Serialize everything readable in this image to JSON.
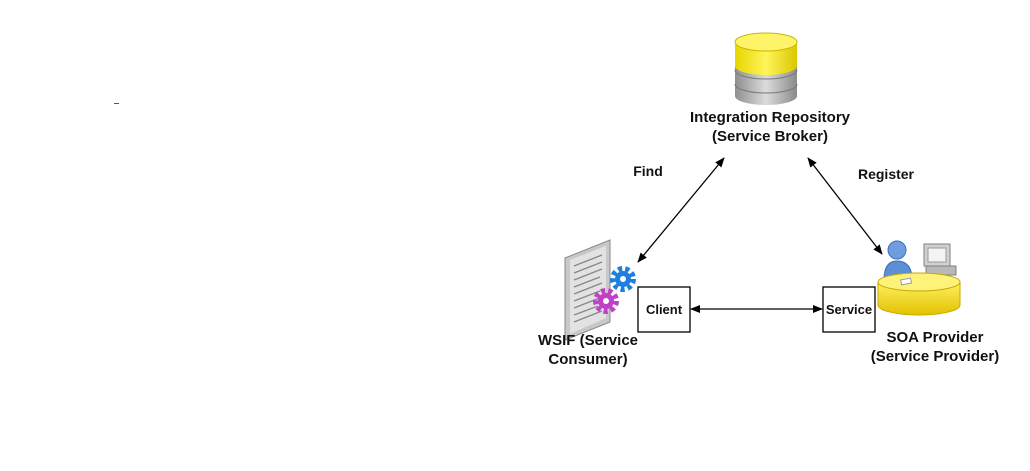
{
  "nodes": {
    "repository": {
      "title": "Integration Repository",
      "subtitle": "(Service Broker)",
      "icon": "database-icon"
    },
    "consumer": {
      "title": "WSIF (Service",
      "subtitle": "Consumer)",
      "icon": "document-gears-icon"
    },
    "provider": {
      "title": "SOA Provider",
      "subtitle": "(Service Provider)",
      "icon": "user-at-computer-icon"
    }
  },
  "edges": {
    "find": "Find",
    "register": "Register"
  },
  "boxes": {
    "client": "Client",
    "service": "Service"
  },
  "colors": {
    "database_top": "#f2e600",
    "database_body": "#b9b9b9",
    "person": "#5b8fd6",
    "desk": "#f5d800",
    "gear_blue": "#1f7fe0",
    "gear_purple": "#c040c8",
    "line": "#000000"
  }
}
